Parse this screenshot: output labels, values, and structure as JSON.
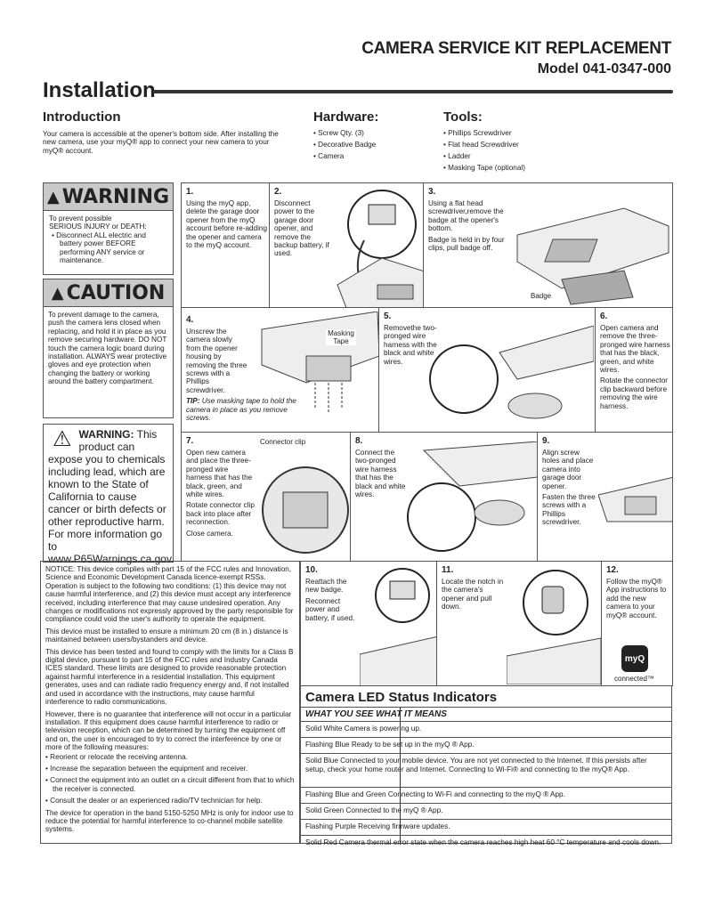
{
  "header": {
    "title": "CAMERA SERVICE KIT REPLACEMENT",
    "model": "Model 041-0347-000",
    "section": "Installation"
  },
  "intro": {
    "heading": "Introduction",
    "text": "Your camera is accessible at the opener's bottom side. After installing the new camera, use your myQ® app to connect your new camera to your myQ® account."
  },
  "hardware": {
    "heading": "Hardware:",
    "items": [
      "Screw Qty. (3)",
      "Decorative Badge",
      "Camera"
    ]
  },
  "tools": {
    "heading": "Tools:",
    "items": [
      "Phillips Screwdriver",
      "Flat head Screwdriver",
      "Ladder",
      "Masking Tape (optional)"
    ]
  },
  "warning": {
    "label": "WARNING",
    "line1": "To prevent possible",
    "line2": "SERIOUS INJURY or DEATH:",
    "bullet": "Disconnect ALL electric and battery power BEFORE performing ANY service or maintenance."
  },
  "caution": {
    "label": "CAUTION",
    "text": "To prevent damage to the camera, push the camera lens closed when replacing, and hold it in place as you remove securing hardware. DO NOT touch the camera logic board during installation. ALWAYS wear protective gloves and eye protection when changing the battery or working around the battery compartment."
  },
  "prop65": {
    "bold": "WARNING:",
    "text": "This product can expose you to chemicals including lead, which are known to the State of California to cause cancer or birth defects or other reproductive harm. For more information go to www.P65Warnings.ca.gov."
  },
  "steps": [
    {
      "num": "1.",
      "text": "Using the myQ app, delete the garage door opener from the myQ account before re-adding the opener and camera to the myQ account."
    },
    {
      "num": "2.",
      "text": "Disconnect power to the garage door opener, and remove the backup battery, if used."
    },
    {
      "num": "3.",
      "text": "Using a flat head screwdriver,remove the badge at the opener's bottom.",
      "text2": "Badge is held in by four clips, pull badge off.",
      "label": "Badge"
    },
    {
      "num": "4.",
      "text": "Unscrew the camera slowly from the opener housing by removing the three screws with a Phillips screwdriver.",
      "tip_label": "TIP:",
      "tip": "Use masking tape to hold the camera in place as you remove screws.",
      "label": "Masking Tape"
    },
    {
      "num": "5.",
      "text": "Removethe two-pronged wire harness with the black and white wires."
    },
    {
      "num": "6.",
      "text": "Open camera and remove the three-pronged wire harness that has the black, green, and white wires.",
      "text2": "Rotate the connector clip backward before removing the wire harness."
    },
    {
      "num": "7.",
      "text": "Open new camera and place the three-pronged wire harness that has the black, green, and white wires.",
      "text2": "Rotate connector clip back into place after reconnection.",
      "text3": "Close camera.",
      "label": "Connector clip"
    },
    {
      "num": "8.",
      "text": "Connect the two-pronged wire harness that has the black and white wires."
    },
    {
      "num": "9.",
      "text": "Align screw holes and place camera into garage door opener.",
      "text2": "Fasten the three screws with a Phillips screwdriver."
    },
    {
      "num": "10.",
      "text": "Reattach the new badge.",
      "text2": "Reconnect power and battery, if used."
    },
    {
      "num": "11.",
      "text": "Locate the notch in the camera's opener and pull down."
    },
    {
      "num": "12.",
      "text": "Follow the myQ® App instructions to add the new camera to your myQ® account.",
      "logo": "myQ",
      "logo_sub": "connected™"
    }
  ],
  "notice": {
    "paragraphs": [
      "NOTICE: This device complies with part 15 of the FCC rules and Innovation, Science and Economic Development Canada licence-exempt RSSs. Operation is subject to the following two conditions: (1) this device may not cause harmful interference, and (2) this device must accept any interference received, including interference that may cause undesired operation. Any changes or modifications not expressly approved by the party responsible for compliance could void the user's authority to operate the equipment.",
      "This device must be installed to ensure a minimum 20 cm (8 in.) distance is maintained between users/bystanders and device.",
      "This device has been tested and found to comply with the limits for a Class B digital device, pursuant to part 15 of the FCC rules and Industry Canada ICES standard. These limits are designed to provide reasonable protection against harmful interference in a residential installation. This equipment generates, uses and can radiate radio frequency energy and, if not installed and used in accordance with the instructions, may cause harmful interference to radio communications.",
      "However, there is no guarantee that interference will not occur in a particular installation. If this equipment does cause harmful interference to radio or television reception, which can be determined by turning the equipment off and on, the user is encouraged to try to correct the interference by one or more of the following measures:"
    ],
    "bullets": [
      "Reorient or relocate the receiving antenna.",
      "Increase the separation between the equipment and receiver.",
      "Connect the equipment into an outlet on a circuit different from that to which the receiver is connected.",
      "Consult the dealer or an experienced radio/TV technician for help."
    ],
    "footer": "The device for operation in the band 5150-5250 MHz is only for indoor use to reduce the potential for harmful interference to co-channel mobile satellite systems."
  },
  "led": {
    "title": "Camera LED Status Indicators",
    "header": "WHAT YOU SEE WHAT IT MEANS",
    "rows": [
      "Solid White Camera is powering up.",
      "Flashing Blue Ready to be set up in the myQ ® App.",
      "Solid Blue Connected to your mobile device. You are not yet connected to the Internet. If this persists after setup, check your home router and Internet. Connecting to Wi-Fi® and connecting to the myQ® App.",
      "Flashing Blue and Green Connecting to Wi-Fi and connecting to the myQ ® App.",
      "Solid Green Connected to the myQ ® App.",
      "Flashing Purple Receiving firmware updates.",
      "Solid Red Camera thermal error state when the camera reaches high heat 60 °C temperature and cools down."
    ]
  }
}
